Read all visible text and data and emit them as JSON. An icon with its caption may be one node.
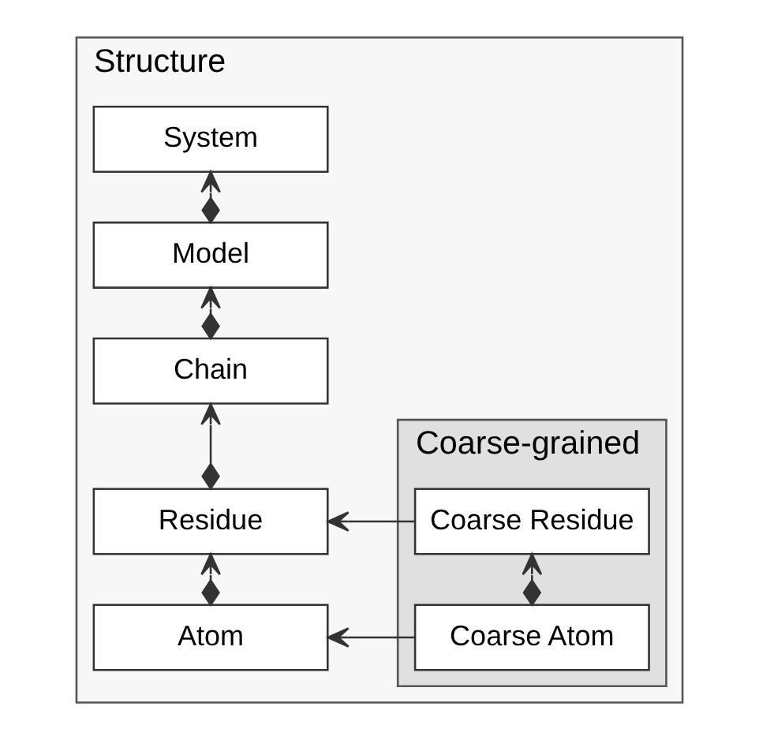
{
  "diagram": {
    "nodes": [
      {
        "text": [
          "Structure"
        ]
      },
      {
        "text": [
          "System"
        ],
        "in": 0
      },
      {
        "text": [
          "Model"
        ],
        "in": 0
      },
      {
        "text": [
          "Chain"
        ],
        "in": 0
      },
      {
        "text": [
          "Residue"
        ],
        "in": 0
      },
      {
        "text": [
          "Atom"
        ],
        "in": 0
      },
      {
        "text": [
          "Coarse-grained"
        ],
        "in": 0
      },
      {
        "text": [
          "Coarse Residue"
        ],
        "in": 6
      },
      {
        "text": [
          "Coarse Atom"
        ],
        "in": 6
      }
    ],
    "edges": [
      {
        "from": 2,
        "to": 1,
        "arrow": "to"
      },
      {
        "from": 3,
        "to": 2,
        "arrow": "to"
      },
      {
        "from": 4,
        "to": 3,
        "arrow": "to"
      },
      {
        "from": 5,
        "to": 4,
        "arrow": "to"
      },
      {
        "from": 7,
        "to": 4,
        "arrow": "to"
      },
      {
        "from": 8,
        "to": 7,
        "arrow": "to"
      },
      {
        "from": 8,
        "to": 5,
        "arrow": "to"
      }
    ]
  }
}
